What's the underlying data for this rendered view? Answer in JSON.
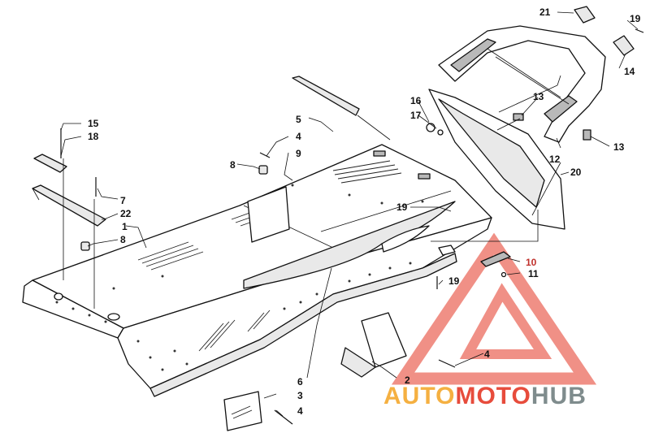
{
  "diagram": {
    "callouts": {
      "c1": "1",
      "c2": "2",
      "c3": "3",
      "c4a": "4",
      "c4b": "4",
      "c4c": "4",
      "c5": "5",
      "c6": "6",
      "c7": "7",
      "c8a": "8",
      "c8b": "8",
      "c9": "9",
      "c10": "10",
      "c11": "11",
      "c12": "12",
      "c13a": "13",
      "c13b": "13",
      "c14": "14",
      "c15": "15",
      "c16": "16",
      "c17": "17",
      "c18": "18",
      "c19a": "19",
      "c19b": "19",
      "c19c": "19",
      "c20": "20",
      "c21": "21",
      "c22": "22"
    }
  },
  "watermark": {
    "part1": "AUTO",
    "part2": "MOTO",
    "part3": "HUB",
    "colors": {
      "auto": "#f5b041",
      "moto": "#e74c3c",
      "hub": "#7f8c8d",
      "triangle": "#e74c3c"
    }
  },
  "colors": {
    "callout_highlight": "#c0302b",
    "line": "#111111"
  }
}
